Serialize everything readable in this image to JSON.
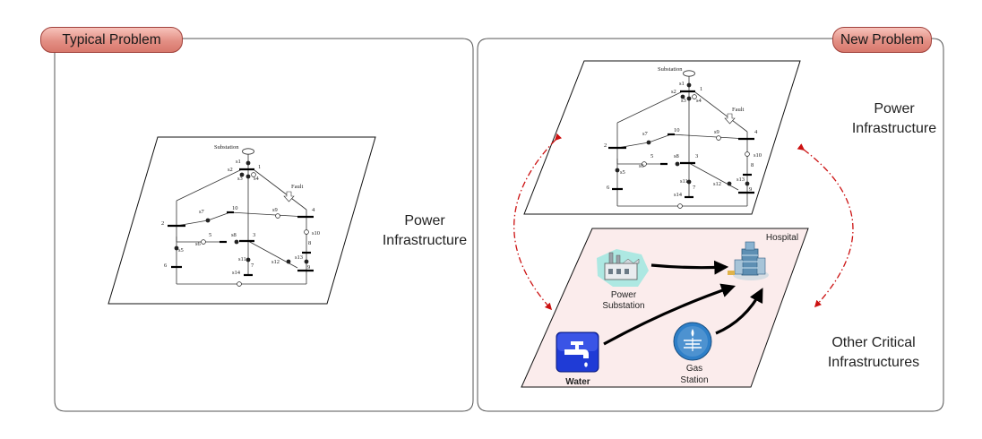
{
  "tabs": {
    "left": "Typical Problem",
    "right": "New Problem"
  },
  "left_panel": {
    "layer_label_line1": "Power",
    "layer_label_line2": "Infrastructure"
  },
  "right_panel": {
    "power_label_line1": "Power",
    "power_label_line2": "Infrastructure",
    "critical_label_line1": "Other Critical",
    "critical_label_line2": "Infrastructures",
    "nodes": {
      "hospital": "Hospital",
      "power_substation_line1": "Power",
      "power_substation_line2": "Substation",
      "water": "Water",
      "gas_line1": "Gas",
      "gas_line2": "Station"
    }
  },
  "network": {
    "substation": "Substation",
    "fault": "Fault",
    "bus_labels": [
      "1",
      "2",
      "3",
      "4",
      "5",
      "6",
      "7",
      "8",
      "9",
      "10"
    ],
    "switch_labels": [
      "s1",
      "s2",
      "s3",
      "s4",
      "s5",
      "s6",
      "s7",
      "s8",
      "s9",
      "s10",
      "s11",
      "s12",
      "s13",
      "s14"
    ]
  },
  "colors": {
    "tab_fill": "#e38f84",
    "critical_plane_fill": "#fbecec",
    "dash_arrow": "#cc1111",
    "frame": "#555555"
  }
}
